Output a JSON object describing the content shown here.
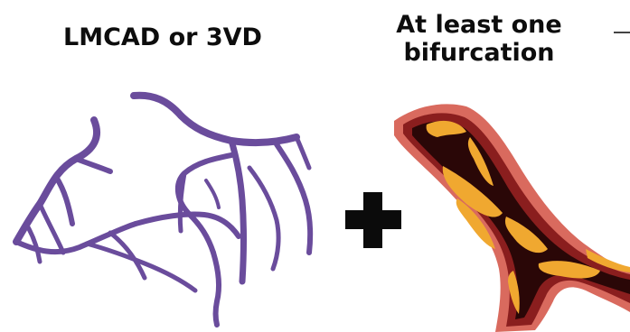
{
  "labels": {
    "left": "LMCAD or 3VD",
    "right_line1": "At least one",
    "right_line2": "bifurcation"
  },
  "symbols": {
    "operator": "plus-sign"
  },
  "colors": {
    "text": "#0d0d0d",
    "arteries": "#6a4c9c",
    "vessel_wall": "#d96a5e",
    "vessel_inner": "#6b1414",
    "plaque": "#f0a830",
    "lumen": "#2a0707"
  }
}
